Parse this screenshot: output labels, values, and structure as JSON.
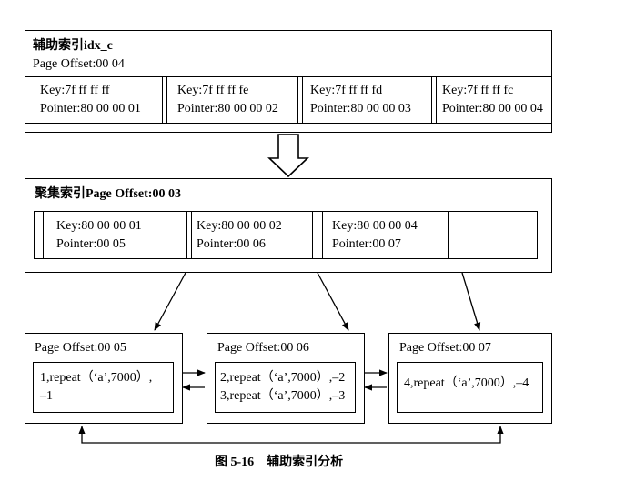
{
  "secondary_index": {
    "title": "辅助索引idx_c",
    "page_offset": "Page Offset:00 04",
    "entries": [
      {
        "key": "Key:7f ff ff ff",
        "pointer": "Pointer:80 00 00 01"
      },
      {
        "key": "Key:7f ff ff fe",
        "pointer": "Pointer:80 00 00 02"
      },
      {
        "key": "Key:7f ff ff fd",
        "pointer": "Pointer:80 00 00 03"
      },
      {
        "key": "Key:7f ff ff fc",
        "pointer": "Pointer:80 00 00 04"
      }
    ]
  },
  "clustered_index": {
    "title": "聚集索引Page Offset:00 03",
    "entries": [
      {
        "key": "Key:80 00 00 01",
        "pointer": "Pointer:00 05"
      },
      {
        "key": "Key:80 00 00 02",
        "pointer": "Pointer:00 06"
      },
      {
        "key": "Key:80 00 00 04",
        "pointer": "Pointer:00 07"
      }
    ]
  },
  "leaf_pages": [
    {
      "page_offset": "Page Offset:00 05",
      "rows": [
        "1,repeat（‘a’,7000）,",
        "–1"
      ]
    },
    {
      "page_offset": "Page Offset:00 06",
      "rows": [
        "2,repeat（‘a’,7000）,–2",
        "3,repeat（‘a’,7000）,–3"
      ]
    },
    {
      "page_offset": "Page Offset:00 07",
      "rows": [
        "4,repeat（‘a’,7000）,–4"
      ]
    }
  ],
  "caption": "图 5-16　辅助索引分析"
}
